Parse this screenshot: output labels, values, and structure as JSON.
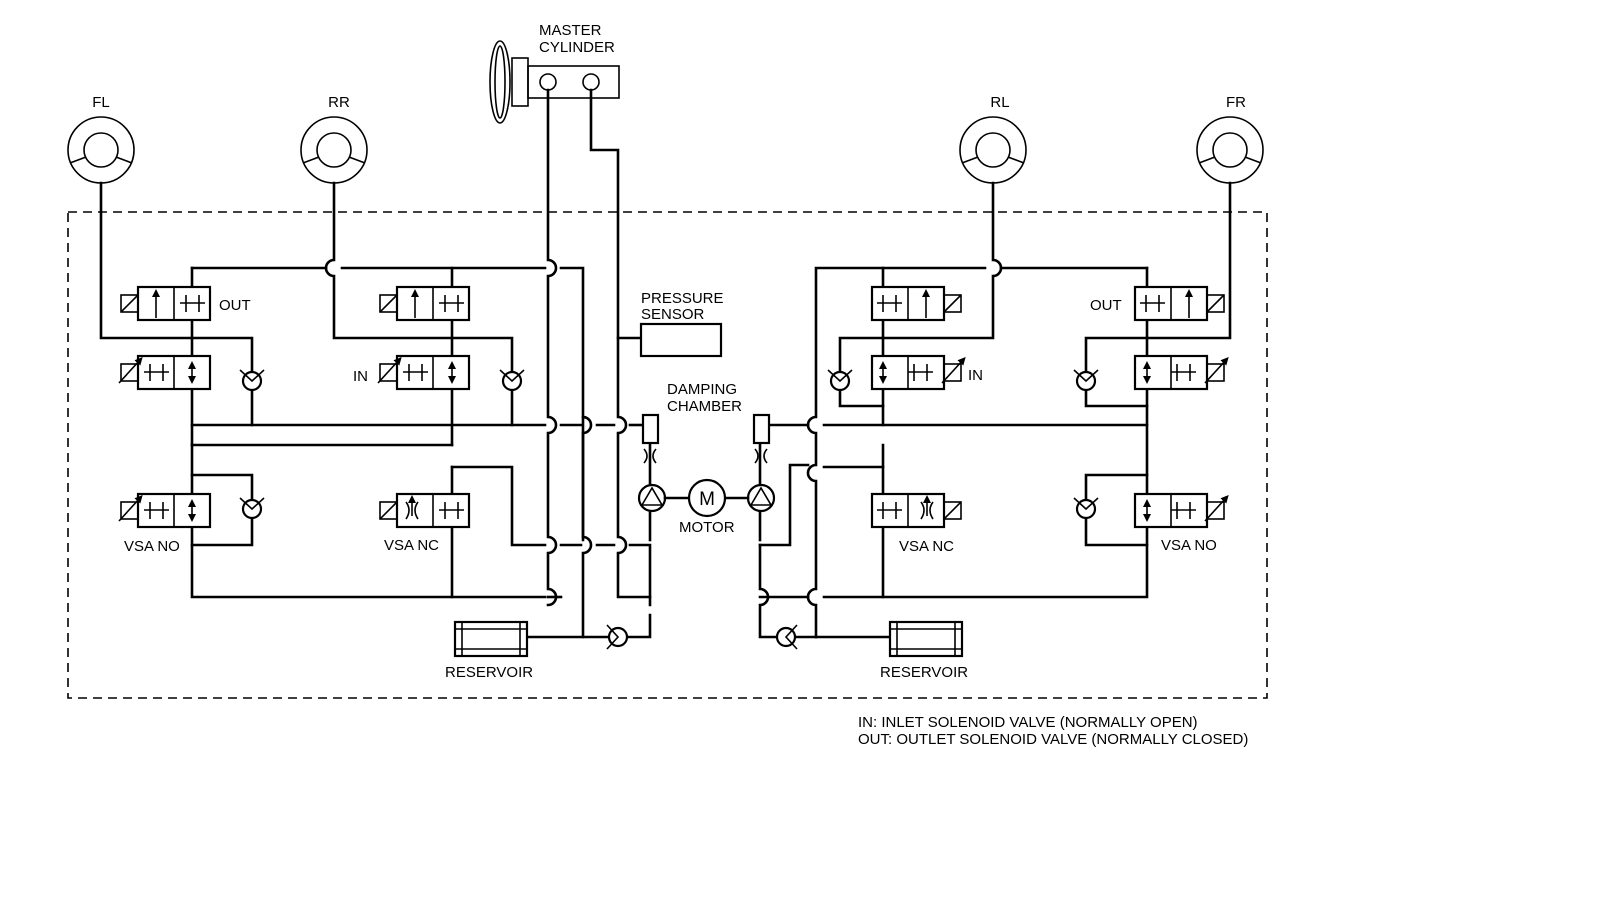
{
  "wheels": {
    "fl": "FL",
    "rr": "RR",
    "rl": "RL",
    "fr": "FR"
  },
  "components": {
    "master_cylinder_line1": "MASTER",
    "master_cylinder_line2": "CYLINDER",
    "pressure_sensor_line1": "PRESSURE",
    "pressure_sensor_line2": "SENSOR",
    "damping_chamber_line1": "DAMPING",
    "damping_chamber_line2": "CHAMBER",
    "motor": "MOTOR",
    "motor_symbol": "M",
    "reservoir_left": "RESERVOIR",
    "reservoir_right": "RESERVOIR"
  },
  "valves": {
    "out_left": "OUT",
    "out_right": "OUT",
    "in_left": "IN",
    "in_right": "IN",
    "vsa_no_left": "VSA NO",
    "vsa_nc_left": "VSA NC",
    "vsa_nc_right": "VSA NC",
    "vsa_no_right": "VSA NO"
  },
  "legend": {
    "line1": "IN: INLET SOLENOID VALVE (NORMALLY OPEN)",
    "line2": "OUT: OUTLET SOLENOID VALVE (NORMALLY CLOSED)"
  }
}
